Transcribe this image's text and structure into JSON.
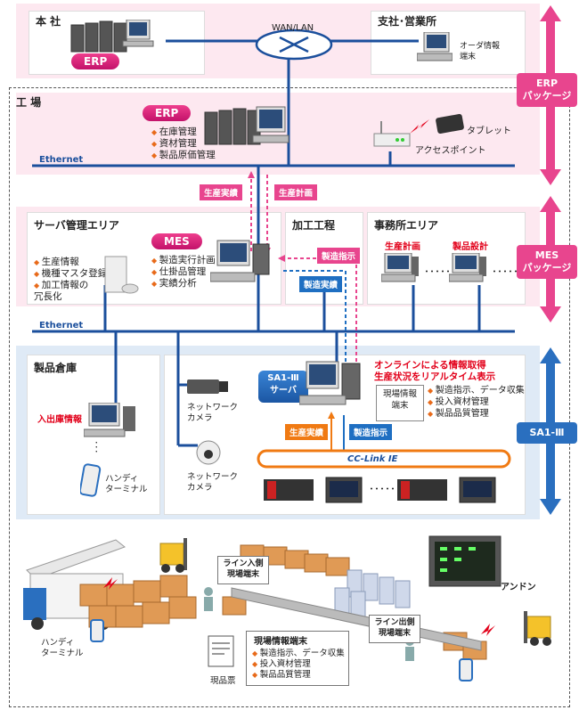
{
  "title": "",
  "colors": {
    "erp_pink": "#e8458e",
    "mes_pink": "#e8458e",
    "sa_blue": "#2a6fbf",
    "line_blue": "#1b4f9c",
    "orange": "#f07a13",
    "red": "#e2001a"
  },
  "head_office": {
    "label": "本 社",
    "erp": "ERP"
  },
  "network": {
    "wan": "WAN/LAN"
  },
  "branch": {
    "label": "支社･営業所",
    "terminal": "オーダ情報\n端末"
  },
  "factory": {
    "label": "工 場"
  },
  "erp_factory": {
    "pill": "ERP",
    "items": [
      "在庫管理",
      "資材管理",
      "製品原価管理"
    ]
  },
  "wireless": {
    "tablet": "タブレット",
    "access_point": "アクセスポイント"
  },
  "ethernet1": "Ethernet",
  "ethernet2": "Ethernet",
  "flows": {
    "prod_result": "生産実績",
    "prod_plan": "生産計画",
    "mfg_instruction": "製造指示",
    "mfg_result": "製造実績"
  },
  "server_area": {
    "label": "サーバ管理エリア",
    "items": [
      "生産情報",
      "機種マスタ登録",
      "加工情報の\n冗長化"
    ]
  },
  "mes": {
    "pill": "MES",
    "items": [
      "製造実行計画",
      "仕掛品管理",
      "実績分析"
    ]
  },
  "processing": {
    "label": "加工工程"
  },
  "office_area": {
    "label": "事務所エリア",
    "plan": "生産計画",
    "design": "製品設計",
    "dots": "･････"
  },
  "packages": {
    "erp": "ERP\nパッケージ",
    "mes": "MES\nパッケージ",
    "sa": "SA1-Ⅲ"
  },
  "warehouse": {
    "label": "製品倉庫",
    "inout": "入出庫情報",
    "handy": "ハンディ\nターミナル"
  },
  "cameras": {
    "cam1": "ネットワーク\nカメラ",
    "cam2": "ネットワーク\nカメラ"
  },
  "sa_server": {
    "pill": "SA1-Ⅲ\nサーバ",
    "headline": "オンラインによる情報取得\n生産状況をリアルタイム表示",
    "site_terminal": "現場情報\n端末",
    "items": [
      "製造指示、データ収集",
      "投入資材管理",
      "製品品質管理"
    ],
    "prod_result": "生産実績",
    "mfg_instruction": "製造指示"
  },
  "cclink": "CC-Link IE",
  "devices_dots": "･････",
  "bottom": {
    "andon": "アンドン",
    "line_in": "ライン入側\n現場端末",
    "line_out": "ライン出側\n現場端末",
    "handy": "ハンディ\nターミナル",
    "ticket": "現品票",
    "site_title": "現場情報端末",
    "site_items": [
      "製造指示、データ収集",
      "投入資材管理",
      "製品品質管理"
    ]
  }
}
